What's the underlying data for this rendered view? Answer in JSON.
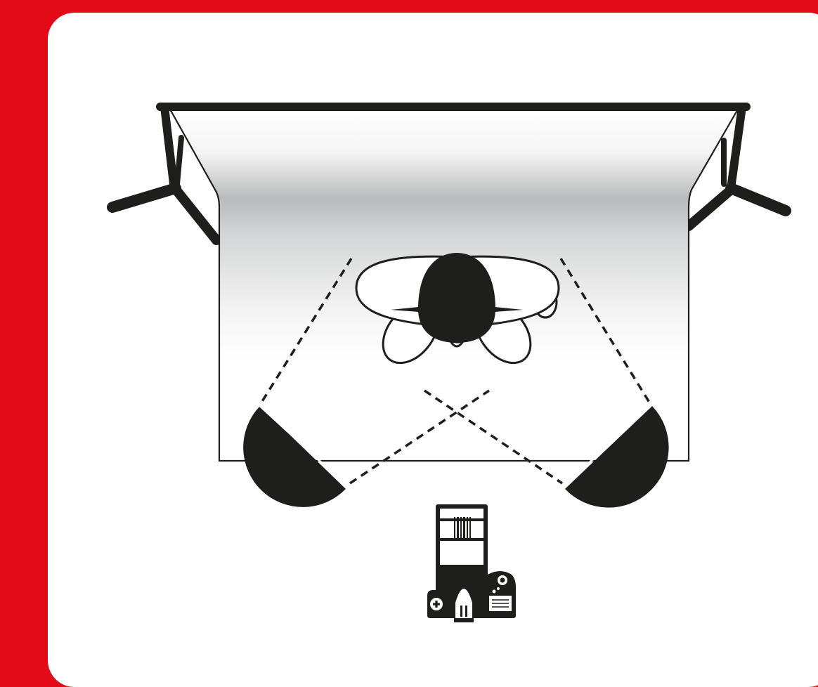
{
  "diagram": {
    "subject": "lighting-setup-top-down",
    "colors": {
      "frame_red": "#e30b17",
      "panel_white": "#ffffff",
      "ink": "#1e1e1c",
      "backdrop_shadow": "#b9babb"
    },
    "elements": [
      {
        "name": "backdrop-crossbar"
      },
      {
        "name": "left-light-stand"
      },
      {
        "name": "right-light-stand"
      },
      {
        "name": "paper-backdrop"
      },
      {
        "name": "subject-person"
      },
      {
        "name": "left-softbox"
      },
      {
        "name": "right-softbox"
      },
      {
        "name": "left-light-beam"
      },
      {
        "name": "right-light-beam"
      },
      {
        "name": "camera-icon"
      }
    ]
  }
}
